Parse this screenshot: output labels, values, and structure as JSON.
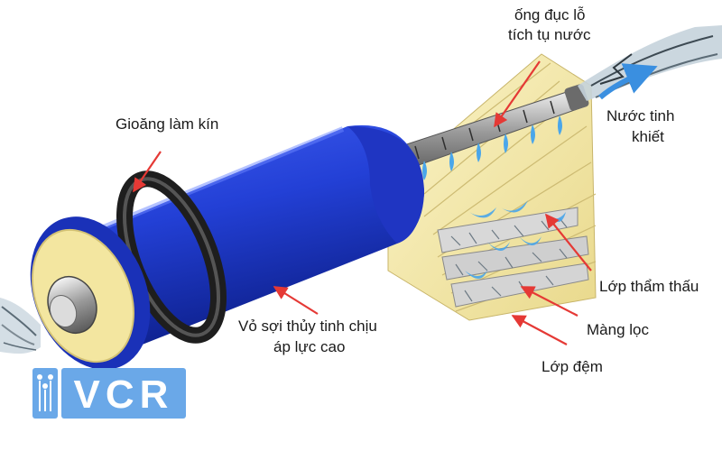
{
  "labels": {
    "gasket": "Gioăng làm kín",
    "perforated_tube_line1": "ống đục lỗ",
    "perforated_tube_line2": "tích tụ nước",
    "pure_water_line1": "Nước tinh",
    "pure_water_line2": "khiết",
    "fiberglass_shell_line1": "Vỏ sợi thủy tinh chịu",
    "fiberglass_shell_line2": "áp lực cao",
    "permeate_layer": "Lớp thẩm thấu",
    "membrane": "Màng lọc",
    "spacer_layer": "Lớp đệm"
  },
  "logo": {
    "text": "VCR"
  },
  "colors": {
    "shell_blue": "#2a45d8",
    "arrow_red": "#e53935",
    "flow_blue": "#4aa6ea",
    "filter_yellow": "#f6ecb0",
    "logo_blue": "#6aa8e8"
  }
}
